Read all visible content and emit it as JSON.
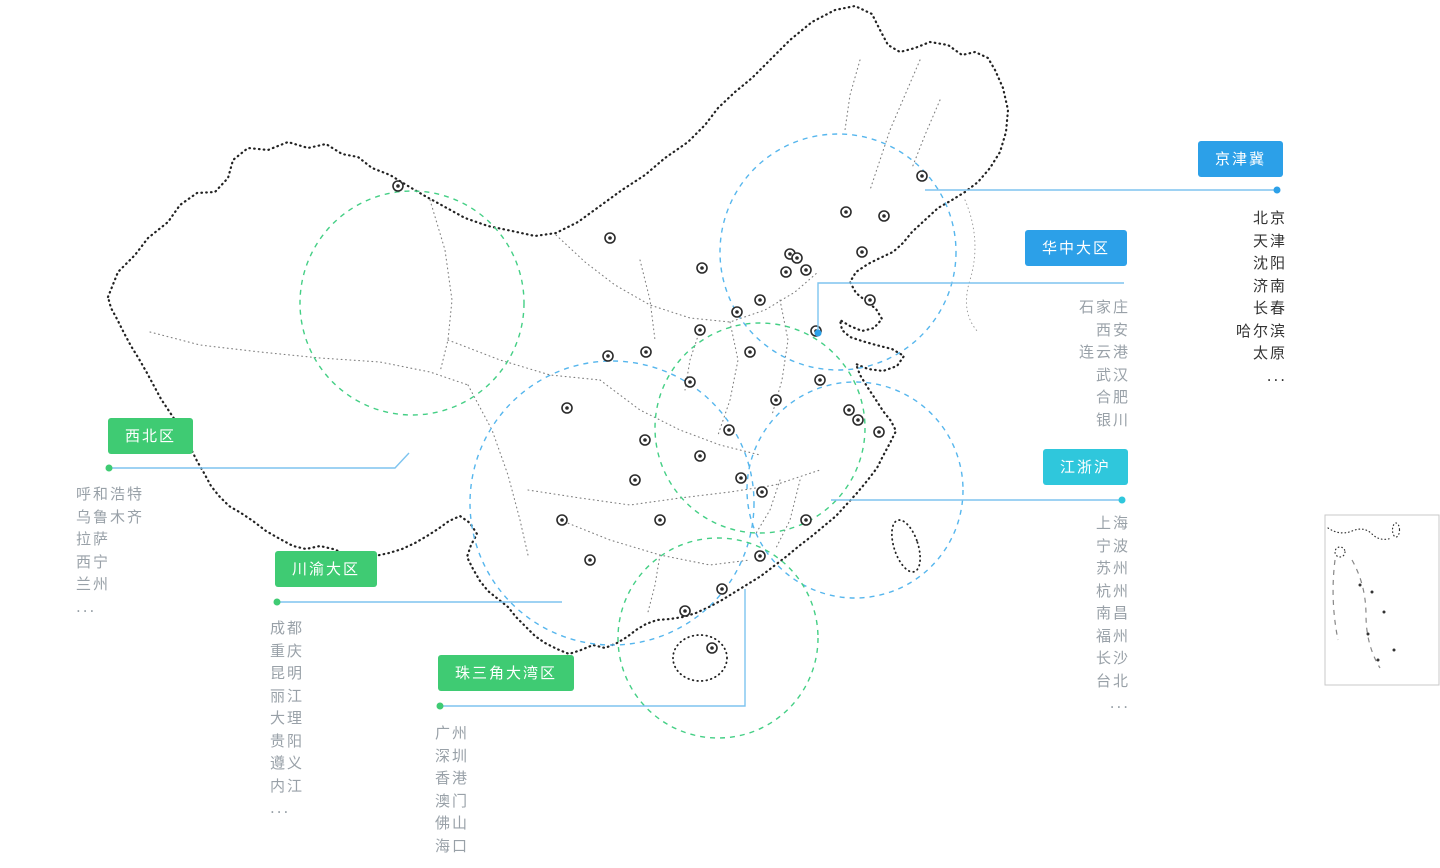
{
  "colors": {
    "leader_line": "#7EC4EF",
    "circle_blue": "#56B6ED",
    "circle_green": "#44CF85",
    "map_outline": "#222222"
  },
  "regions": [
    {
      "id": "jingjinji",
      "label": "京津冀",
      "color": "#2CA0E8",
      "cities": [
        "北京",
        "天津",
        "沈阳",
        "济南",
        "长春",
        "哈尔滨",
        "太原",
        "..."
      ]
    },
    {
      "id": "huazhong",
      "label": "华中大区",
      "color": "#2CA0E8",
      "cities": [
        "石家庄",
        "西安",
        "连云港",
        "武汉",
        "合肥",
        "银川"
      ]
    },
    {
      "id": "xibei",
      "label": "西北区",
      "color": "#3FCB73",
      "cities": [
        "呼和浩特",
        "乌鲁木齐",
        "拉萨",
        "西宁",
        "兰州",
        "..."
      ]
    },
    {
      "id": "chuanyu",
      "label": "川渝大区",
      "color": "#3FCB73",
      "cities": [
        "成都",
        "重庆",
        "昆明",
        "丽江",
        "大理",
        "贵阳",
        "遵义",
        "内江",
        "..."
      ]
    },
    {
      "id": "zhusanjiao",
      "label": "珠三角大湾区",
      "color": "#3FCB73",
      "cities": [
        "广州",
        "深圳",
        "香港",
        "澳门",
        "佛山",
        "海口",
        "..."
      ]
    },
    {
      "id": "jiangzhehu",
      "label": "江浙沪",
      "color": "#2FC7DC",
      "cities": [
        "上海",
        "宁波",
        "苏州",
        "杭州",
        "南昌",
        "福州",
        "长沙",
        "台北",
        "..."
      ]
    }
  ]
}
